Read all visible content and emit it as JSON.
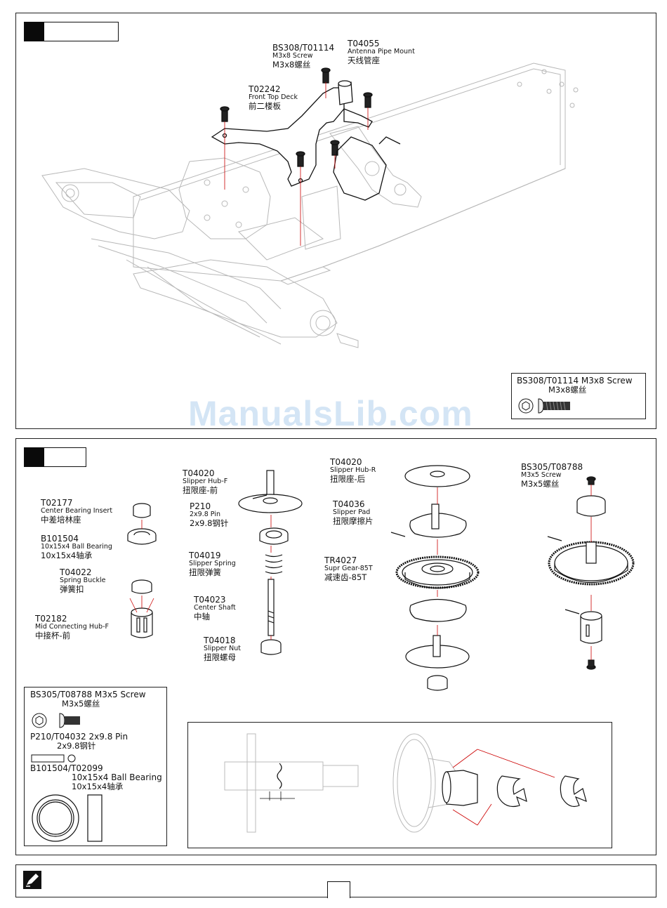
{
  "watermark": "ManualsLib.com",
  "step1": {
    "parts": [
      {
        "code": "BS308/T01114",
        "en": "M3x8 Screw",
        "cn": "M3x8螺丝"
      },
      {
        "code": "T04055",
        "en": "Antenna Pipe Mount",
        "cn": "天线管座"
      },
      {
        "code": "T02242",
        "en": "Front Top Deck",
        "cn": "前二楼板"
      }
    ],
    "legend": {
      "title": "BS308/T01114 M3x8 Screw",
      "cn": "M3x8螺丝"
    }
  },
  "step2": {
    "parts": [
      {
        "code": "T02177",
        "en": "Center Bearing Insert",
        "cn": "中差培林座"
      },
      {
        "code": "B101504",
        "en": "10x15x4 Ball Bearing",
        "cn": "10x15x4轴承"
      },
      {
        "code": "T04022",
        "en": "Spring Buckle",
        "cn": "弹簧扣"
      },
      {
        "code": "T02182",
        "en": "Mid Connecting Hub-F",
        "cn": "中接杯-前"
      },
      {
        "code": "T04020",
        "en": "Slipper Hub-F",
        "cn": "扭限座-前"
      },
      {
        "code": "P210",
        "en": "2x9.8 Pin",
        "cn": "2x9.8钢针"
      },
      {
        "code": "T04019",
        "en": "Slipper Spring",
        "cn": "扭限弹簧"
      },
      {
        "code": "T04023",
        "en": "Center Shaft",
        "cn": "中轴"
      },
      {
        "code": "T04018",
        "en": "Slipper Nut",
        "cn": "扭限螺母"
      },
      {
        "code": "T04020",
        "en": "Slipper Hub-R",
        "cn": "扭限座-后"
      },
      {
        "code": "T04036",
        "en": "Slipper Pad",
        "cn": "扭限摩擦片"
      },
      {
        "code": "TR4027",
        "en": "Supr Gear-85T",
        "cn": "减速齿-85T"
      },
      {
        "code": "BS305/T08788",
        "en": "M3x5 Screw",
        "cn": "M3x5螺丝"
      }
    ],
    "legend": [
      {
        "title": "BS305/T08788 M3x5 Screw",
        "cn": "M3x5螺丝"
      },
      {
        "title": "P210/T04032 2x9.8 Pin",
        "cn": "2x9.8钢针"
      },
      {
        "title": "B101504/T02099",
        "title2": "10x15x4 Ball Bearing",
        "cn": "10x15x4轴承"
      }
    ]
  }
}
